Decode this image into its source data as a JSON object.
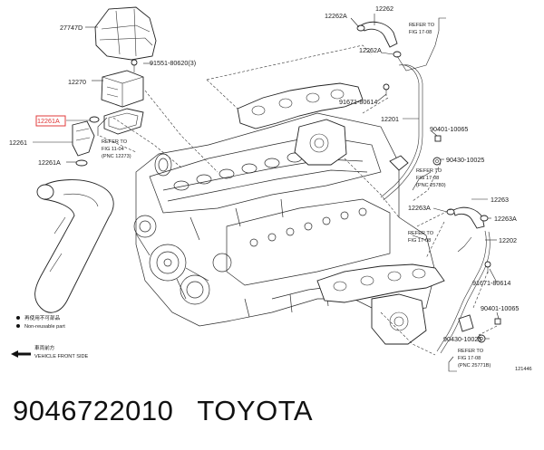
{
  "diagram": {
    "labels": {
      "p27747d": "27747D",
      "p12262": "12262",
      "p12262a_top": "12262A",
      "p12262a_2": "12262A",
      "refer_1708_top_a": "REFER TO",
      "refer_1708_top_b": "FIG 17-08",
      "p91551": "91551-80620(3)",
      "p12270": "12270",
      "p12261a_top": "12261A",
      "p12261": "12261",
      "p12261a_bottom": "12261A",
      "refer_1104_a": "REFER TO",
      "refer_1104_b": "FIG 11-04",
      "refer_1104_c": "(PNC 12273)",
      "p91671_top": "91671-80614",
      "p12201": "12201",
      "p90401_top": "90401-10065",
      "p90430_top": "90430-10025",
      "refer_1708_mid_a": "REFER TO",
      "refer_1708_mid_b": "FIG 17-08",
      "refer_1708_mid_c": "(PNC 25780)",
      "p12263": "12263",
      "p12263a_left": "12263A",
      "p12263a_right": "12263A",
      "refer_1708_low_a": "REFER TO",
      "refer_1708_low_b": "FIG 17-08",
      "p12202": "12202",
      "p91671_bottom": "91671-80614",
      "p90401_bottom": "90401-10065",
      "p90430_bottom": "90430-10025",
      "refer_1708_bot_a": "REFER TO",
      "refer_1708_bot_b": "FIG 17-08",
      "refer_1708_bot_c": "(PNC 25771B)",
      "legend_jp": "再使用不可部品",
      "legend_en": "Non-reusable part",
      "front_jp": "車両前方",
      "front_en": "VEHICLE FRONT SIDE",
      "fig_no": "121446"
    }
  },
  "caption": {
    "part_number": "9046722010",
    "brand": "TOYOTA"
  },
  "colors": {
    "highlight": "#e23b3b",
    "ink": "#222222"
  }
}
